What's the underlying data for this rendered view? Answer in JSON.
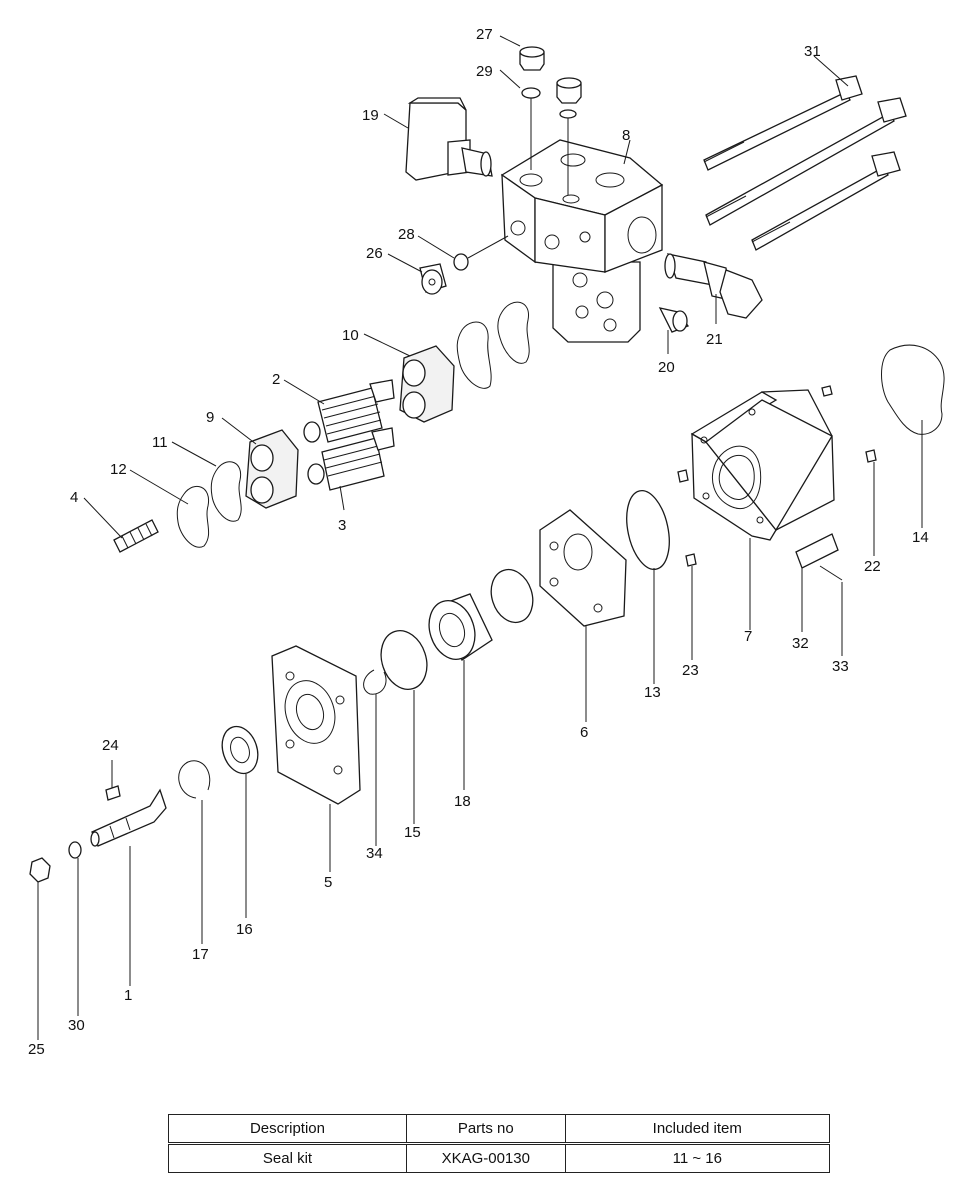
{
  "labels": {
    "p1": "1",
    "p2": "2",
    "p3": "3",
    "p4": "4",
    "p5": "5",
    "p6": "6",
    "p7": "7",
    "p8": "8",
    "p9": "9",
    "p10": "10",
    "p11": "11",
    "p12": "12",
    "p13": "13",
    "p14": "14",
    "p15": "15",
    "p16": "16",
    "p17": "17",
    "p18": "18",
    "p19": "19",
    "p20": "20",
    "p21": "21",
    "p22": "22",
    "p23": "23",
    "p24": "24",
    "p25": "25",
    "p26": "26",
    "p27": "27",
    "p28": "28",
    "p29": "29",
    "p30": "30",
    "p31": "31",
    "p32": "32",
    "p33": "33",
    "p34": "34"
  },
  "table": {
    "headers": [
      "Description",
      "Parts no",
      "Included item"
    ],
    "rows": [
      [
        "Seal kit",
        "XKAG-00130",
        "11 ~ 16"
      ]
    ]
  }
}
